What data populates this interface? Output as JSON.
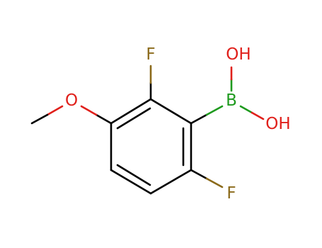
{
  "molecule": {
    "atoms": {
      "f_top": {
        "label": "F",
        "element": "F"
      },
      "f_bottom": {
        "label": "F",
        "element": "F"
      },
      "o_methoxy": {
        "label": "O",
        "element": "O"
      },
      "b_boron": {
        "label": "B",
        "element": "B"
      },
      "oh_top": {
        "label": "OH",
        "element": "O"
      },
      "oh_right": {
        "label": "OH",
        "element": "O"
      }
    },
    "colors": {
      "carbon_bond": "#000000",
      "fluorine": "#8b6a1a",
      "oxygen": "#e0201b",
      "boron": "#1e9a1e"
    }
  }
}
